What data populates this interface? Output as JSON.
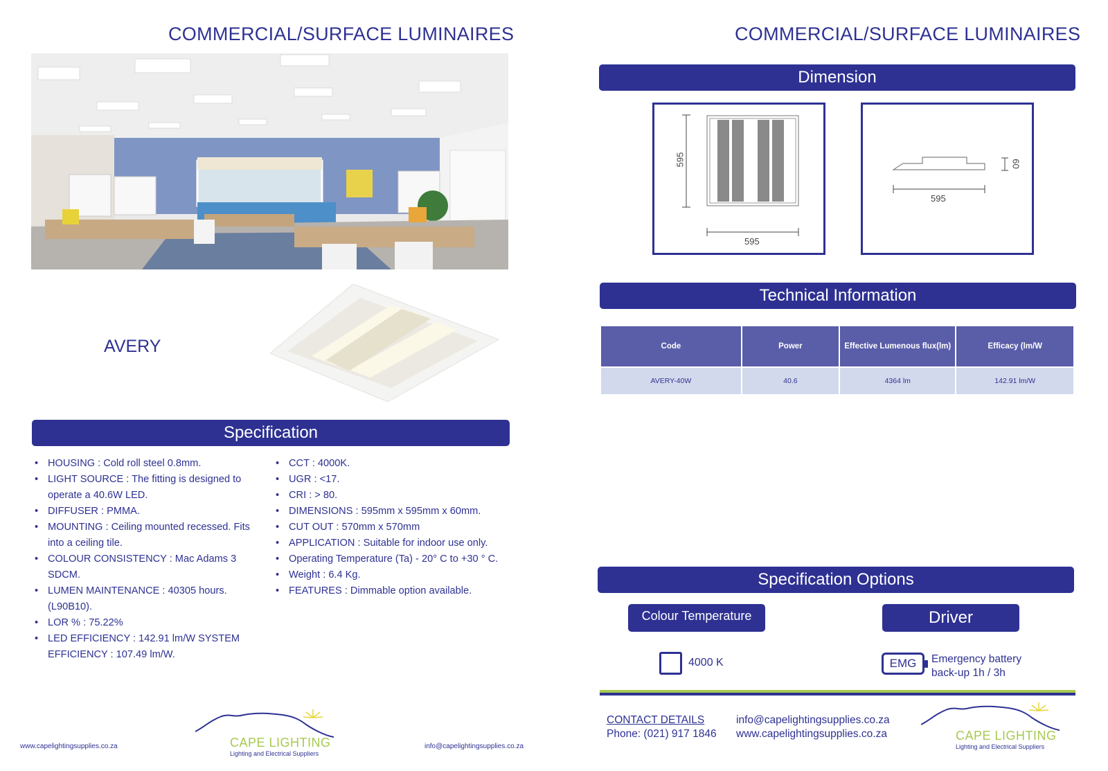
{
  "left_page": {
    "title": "COMMERCIAL/SURFACE LUMINAIRES",
    "product_name": "AVERY",
    "specification_heading": "Specification",
    "spec_left": [
      "HOUSING : Cold roll steel 0.8mm.",
      "LIGHT SOURCE : The fitting is designed to operate a 40.6W LED.",
      "DIFFUSER : PMMA.",
      "MOUNTING : Ceiling mounted recessed. Fits into a ceiling tile.",
      "COLOUR CONSISTENCY : Mac Adams 3 SDCM.",
      "LUMEN MAINTENANCE : 40305 hours. (L90B10).",
      "LOR % : 75.22%",
      "LED EFFICIENCY : 142.91 lm/W SYSTEM EFFICIENCY : 107.49 lm/W."
    ],
    "spec_right": [
      "CCT : 4000K.",
      "UGR : <17.",
      "CRI : > 80.",
      "DIMENSIONS : 595mm x 595mm x 60mm.",
      "CUT OUT : 570mm x 570mm",
      "APPLICATION : Suitable for indoor use only.",
      "Operating Temperature (Ta) - 20° C to +30 ° C.",
      "Weight : 6.4 Kg.",
      "FEATURES : Dimmable option available."
    ],
    "footer_url": "www.capelightingsupplies.co.za",
    "footer_email": "info@capelightingsupplies.co.za"
  },
  "logo": {
    "name": "CAPE LIGHTING",
    "tagline": "Lighting and Electrical Suppliers"
  },
  "right_page": {
    "title": "COMMERCIAL/SURFACE LUMINAIRES",
    "dimension_heading": "Dimension",
    "dimensions": {
      "top_width": "595",
      "top_height": "595",
      "side_width": "595",
      "side_height": "60"
    },
    "technical_heading": "Technical Information",
    "table": {
      "headers": [
        "Code",
        "Power",
        "Effective Lumenous flux(lm)",
        "Efficacy (lm/W"
      ],
      "rows": [
        [
          "AVERY-40W",
          "40.6",
          "4364 lm",
          "142.91 lm/W"
        ]
      ]
    },
    "options_heading": "Specification Options",
    "colour_temperature_label": "Colour Temperature",
    "driver_label": "Driver",
    "colour_option": "4000 K",
    "driver_badge": "EMG",
    "driver_option": "Emergency battery back-up 1h / 3h",
    "contact_heading": "CONTACT DETAILS",
    "contact_phone": "Phone: (021) 917 1846",
    "contact_email": "info@capelightingsupplies.co.za",
    "contact_web": "www.capelightingsupplies.co.za"
  },
  "colors": {
    "brand_blue": "#2e3192",
    "brand_green": "#a7c94f",
    "table_header": "#5a5da8",
    "table_row": "#d3d9ec"
  }
}
